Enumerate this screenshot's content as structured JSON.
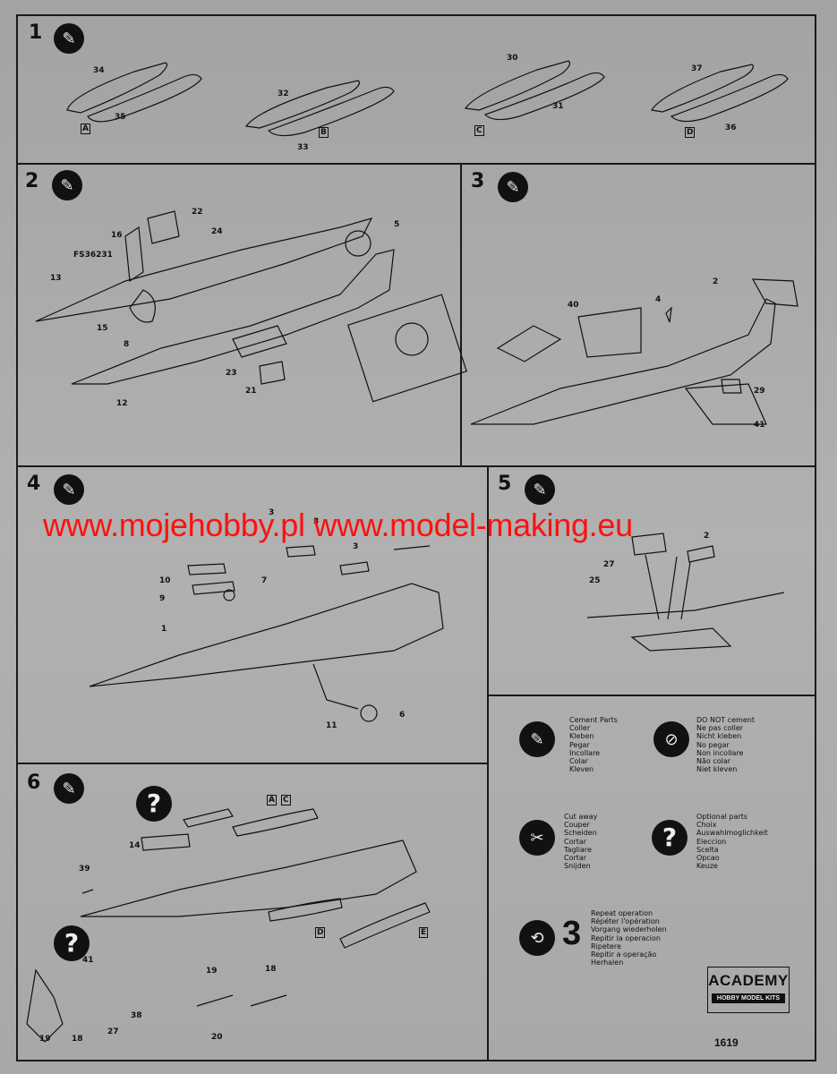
{
  "steps": {
    "s1": "1",
    "s2": "2",
    "s3": "3",
    "s4": "4",
    "s5": "5",
    "s6": "6"
  },
  "step1_labels": [
    "34",
    "35",
    "32",
    "33",
    "30",
    "31",
    "37",
    "36",
    "A",
    "B",
    "C",
    "D"
  ],
  "step2_labels": [
    "16",
    "22",
    "24",
    "FS36231",
    "13",
    "15",
    "8",
    "5",
    "23",
    "21",
    "12"
  ],
  "step3_labels": [
    "2",
    "40",
    "4",
    "29",
    "41"
  ],
  "step4_labels": [
    "3",
    "3",
    "3",
    "10",
    "9",
    "7",
    "1",
    "11",
    "6"
  ],
  "step5_labels": [
    "27",
    "25",
    "2"
  ],
  "step6_labels": [
    "A",
    "C",
    "14",
    "39",
    "41",
    "38",
    "27",
    "19",
    "18",
    "20",
    "19",
    "18",
    "D",
    "E"
  ],
  "watermark": "www.mojehobby.pl www.model-making.eu",
  "legend": {
    "cement": [
      "Cement Parts",
      "Coller",
      "Kleben",
      "Pegar",
      "Incollare",
      "Colar",
      "Kleven"
    ],
    "no_cement": [
      "DO NOT cement",
      "Ne pas coller",
      "Nicht kleben",
      "No pegar",
      "Non incollare",
      "Não colar",
      "Niet kleven"
    ],
    "cut": [
      "Cut away",
      "Couper",
      "Scheiden",
      "Cortar",
      "Tagliare",
      "Cortar",
      "Snijden"
    ],
    "optional": [
      "Optional parts",
      "Choix",
      "Auswahlmoglichkeit",
      "Eleccion",
      "Scelta",
      "Opcao",
      "Keuze"
    ],
    "repeat": [
      "Repeat operation",
      "Répéter l'opération",
      "Vorgang wiederholen",
      "Repitir la operacion",
      "Ripetere",
      "Repitir a operação",
      "Herhalen"
    ],
    "repeat_count": "3",
    "optional_mark": "?"
  },
  "brand": {
    "name": "ACADEMY",
    "sub": "HOBBY MODEL KITS"
  },
  "code": "1619"
}
